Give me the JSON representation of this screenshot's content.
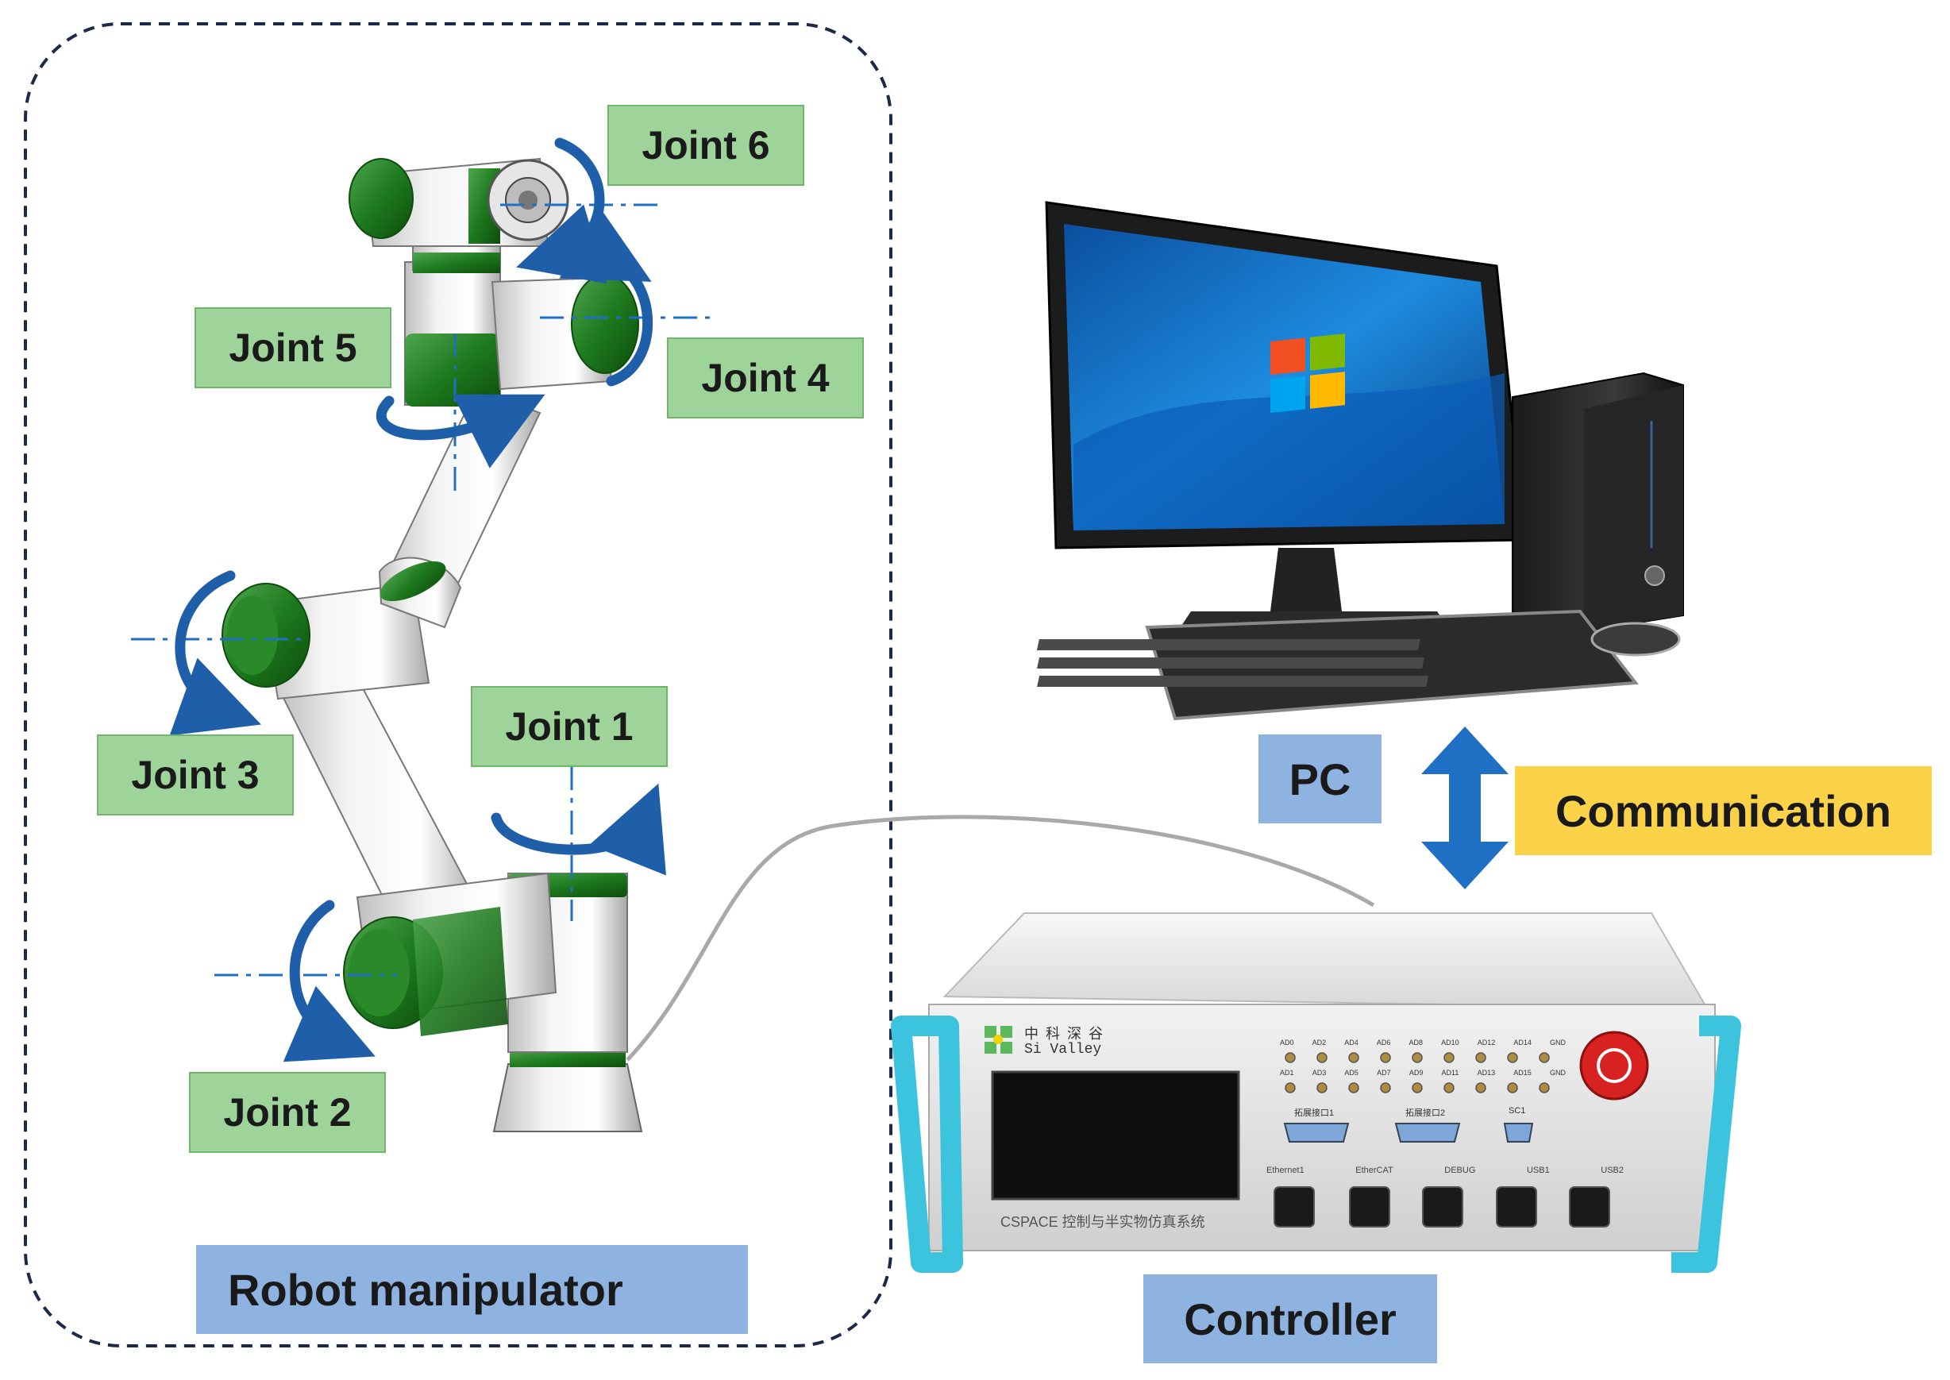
{
  "joints": {
    "joint1": "Joint 1",
    "joint2": "Joint 2",
    "joint3": "Joint 3",
    "joint4": "Joint 4",
    "joint5": "Joint 5",
    "joint6": "Joint 6"
  },
  "labels": {
    "robot": "Robot manipulator",
    "pc": "PC",
    "communication": "Communication",
    "controller": "Controller"
  },
  "controller_panel": {
    "brand_cn": "中 科 深 谷",
    "brand_en": "Si Valley",
    "system_name": "CSPACE 控制与半实物仿真系统",
    "port_rows": [
      [
        "AD0",
        "AD2",
        "AD4",
        "AD6",
        "AD8",
        "AD10",
        "AD12",
        "AD14",
        "GND"
      ],
      [
        "AD1",
        "AD3",
        "AD5",
        "AD7",
        "AD9",
        "AD11",
        "AD13",
        "AD15",
        "GND"
      ]
    ],
    "connectors": [
      "拓展接口1",
      "拓展接口2",
      "SC1"
    ],
    "bottom_ports": [
      "Ethernet1",
      "EtherCAT",
      "DEBUG",
      "USB1",
      "USB2"
    ]
  },
  "colors": {
    "joint_label_bg": "#9ed49a",
    "title_label_bg": "#8eb3e0",
    "communication_bg": "#fbd248",
    "robot_accent": "#1f7a1f",
    "arrow_blue": "#1f6fc4",
    "controller_frame": "#3cc3dd"
  }
}
